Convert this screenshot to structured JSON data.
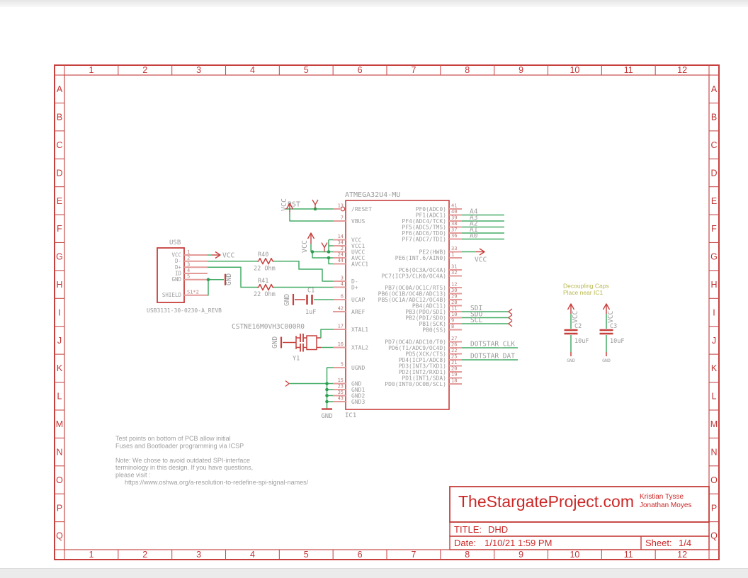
{
  "frame": {
    "columns": [
      "1",
      "2",
      "3",
      "4",
      "5",
      "6",
      "7",
      "8",
      "9",
      "10",
      "11",
      "12"
    ],
    "rows": [
      "A",
      "B",
      "C",
      "D",
      "E",
      "F",
      "G",
      "H",
      "I",
      "J",
      "K",
      "L",
      "M",
      "N",
      "O",
      "P",
      "Q"
    ]
  },
  "ic": {
    "name": "ATMEGA32U4-MU",
    "ref": "IC1",
    "left_pins": [
      {
        "n": "13",
        "label": "/RESET"
      },
      {
        "n": "7",
        "label": "VBUS"
      },
      {
        "n": "14",
        "label": "VCC"
      },
      {
        "n": "34",
        "label": "VCC1"
      },
      {
        "n": "2",
        "label": "UVCC"
      },
      {
        "n": "24",
        "label": "AVCC"
      },
      {
        "n": "44",
        "label": "AVCC1"
      },
      {
        "n": "3",
        "label": "D-"
      },
      {
        "n": "4",
        "label": "D+"
      },
      {
        "n": "6",
        "label": "UCAP"
      },
      {
        "n": "42",
        "label": "AREF"
      },
      {
        "n": "17",
        "label": "XTAL1"
      },
      {
        "n": "16",
        "label": "XTAL2"
      },
      {
        "n": "5",
        "label": "UGND"
      },
      {
        "n": "15",
        "label": "GND"
      },
      {
        "n": "23",
        "label": "GND1"
      },
      {
        "n": "35",
        "label": "GND2"
      },
      {
        "n": "43",
        "label": "GND3"
      }
    ],
    "right_pins": [
      {
        "n": "41",
        "label": "PF0(ADC0)"
      },
      {
        "n": "40",
        "label": "PF1(ADC1)",
        "net": "A4"
      },
      {
        "n": "39",
        "label": "PF4(ADC4/TCK)",
        "net": "A3"
      },
      {
        "n": "38",
        "label": "PF5(ADC5/TMS)",
        "net": "A2"
      },
      {
        "n": "37",
        "label": "PF6(ADC6/TDO)",
        "net": "A1"
      },
      {
        "n": "36",
        "label": "PF7(ADC7/TDI)",
        "net": "A0"
      },
      {
        "n": "33",
        "label": "PE2(HWB)",
        "net": "VCC"
      },
      {
        "n": "1",
        "label": "PE6(INT.6/AIN0)"
      },
      {
        "n": "31",
        "label": "PC6(OC3A/OC4A)"
      },
      {
        "n": "32",
        "label": "PC7(ICP3/CLK0/OC4A)"
      },
      {
        "n": "12",
        "label": "PB7(OC0A/OC1C/RTS)"
      },
      {
        "n": "30",
        "label": "PB6(OC1B/OC4B/ADC13)"
      },
      {
        "n": "29",
        "label": "PB5(OC1A/ADC12/OC4B)"
      },
      {
        "n": "28",
        "label": "PB4(ADC11)"
      },
      {
        "n": "11",
        "label": "PB3(PDO/SDI)",
        "net": "SDI"
      },
      {
        "n": "10",
        "label": "PB2(PDI/SDO)",
        "net": "SDO"
      },
      {
        "n": "9",
        "label": "PB1(SCK)",
        "net": "SCL"
      },
      {
        "n": "8",
        "label": "PB0(SS)"
      },
      {
        "n": "27",
        "label": "PD7(OC4D/ADC10/T0)"
      },
      {
        "n": "26",
        "label": "PD6(T1/ADC9/OC4D)",
        "net": "DOTSTAR_CLK"
      },
      {
        "n": "22",
        "label": "PD5(XCK/CTS)"
      },
      {
        "n": "25",
        "label": "PD4(ICP1/ADC8)",
        "net": "DOTSTAR_DAT"
      },
      {
        "n": "21",
        "label": "PD3(INT3/TXD1)"
      },
      {
        "n": "20",
        "label": "PD2(INT2/RXD1)"
      },
      {
        "n": "19",
        "label": "PD1(INT1/SDA)"
      },
      {
        "n": "18",
        "label": "PD0(INT0/OC0B/SCL)"
      }
    ]
  },
  "usb": {
    "name": "USB",
    "part": "USB3131-30-0230-A_REVB",
    "pins": [
      {
        "n": "1",
        "label": "VCC"
      },
      {
        "n": "2",
        "label": "D-"
      },
      {
        "n": "3",
        "label": "D+"
      },
      {
        "n": "4",
        "label": "ID"
      },
      {
        "n": "5",
        "label": "GND"
      },
      {
        "n": "S1*2",
        "label": "SHIELD"
      }
    ]
  },
  "components": {
    "r40": {
      "ref": "R40",
      "value": "22 Ohm"
    },
    "r41": {
      "ref": "R41",
      "value": "22 Ohm"
    },
    "c1": {
      "ref": "C1",
      "value": "1uF"
    },
    "c2": {
      "ref": "C2",
      "value": "10uF"
    },
    "c3": {
      "ref": "C3",
      "value": "10uF"
    },
    "y1": {
      "ref": "Y1",
      "part": "CSTNE16M0VH3C000R0"
    }
  },
  "nets": {
    "vcc": "VCC",
    "gnd": "GND",
    "rst": "RST"
  },
  "annotations": {
    "decoupling": [
      "Decoupling Caps",
      "Place near IC1"
    ],
    "notes": [
      "Test points on bottom of PCB allow initial",
      "Fuses and Bootloader programming via ICSP",
      "Note: We chose to avoid outdated SPI-interface",
      "terminology in this design. If you have questions,",
      "please visit :",
      "https://www.oshwa.org/a-resolution-to-redefine-spi-signal-names/"
    ]
  },
  "title_block": {
    "project": "TheStargateProject.com",
    "authors": [
      "Kristian Tysse",
      "Jonathan Moyes"
    ],
    "title_label": "TITLE:",
    "title": "DHD",
    "date_label": "Date:",
    "date": "1/10/21 1:59 PM",
    "sheet_label": "Sheet:",
    "sheet": "1/4"
  },
  "colors": {
    "frame": "#c94b4b",
    "frame_text": "#c23434",
    "symbol": "#c6403d",
    "wire": "#44ab66",
    "stub": "#e39a98",
    "gray": "#9b9b9b",
    "pin_number": "#bb7b78",
    "note_yellow": "#b9b84e",
    "title_red": "#cc2727",
    "junction": "#2e9e52"
  }
}
